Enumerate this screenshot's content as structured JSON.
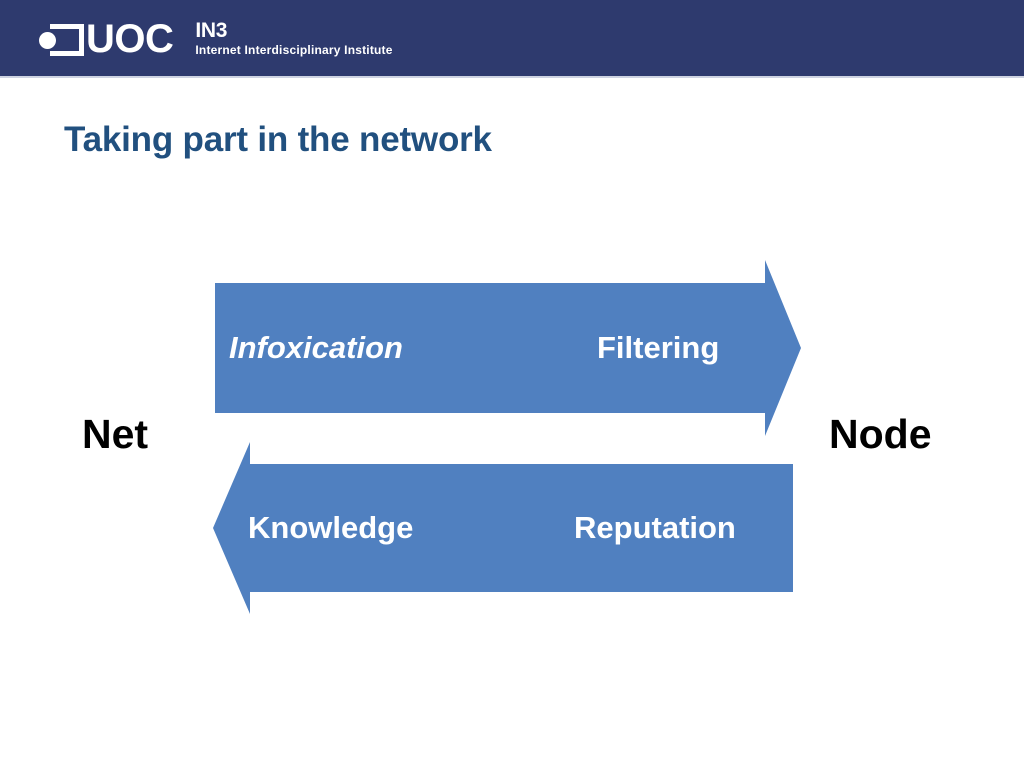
{
  "header": {
    "logo_mark_name": "uoc-logo-mark",
    "wordmark": "UOC",
    "institute_abbrev": "IN3",
    "institute_name": "Internet Interdisciplinary Institute",
    "background_color": "#2e3a6e"
  },
  "slide": {
    "title": "Taking part in the network",
    "title_color": "#21507f",
    "background_color": "#ffffff"
  },
  "diagram": {
    "accent_color": "#5080c0",
    "left_label": "Net",
    "right_label": "Node",
    "arrows": [
      {
        "name": "net-to-node-arrow",
        "direction": "right",
        "from": "Net",
        "to": "Node",
        "labels": [
          "Infoxication",
          "Filtering"
        ],
        "label_styles": [
          "bold-italic",
          "bold"
        ]
      },
      {
        "name": "node-to-net-arrow",
        "direction": "left",
        "from": "Node",
        "to": "Net",
        "labels": [
          "Knowledge",
          "Reputation"
        ],
        "label_styles": [
          "bold",
          "bold"
        ]
      }
    ],
    "labels": {
      "infoxication": "Infoxication",
      "filtering": "Filtering",
      "knowledge": "Knowledge",
      "reputation": "Reputation"
    }
  }
}
